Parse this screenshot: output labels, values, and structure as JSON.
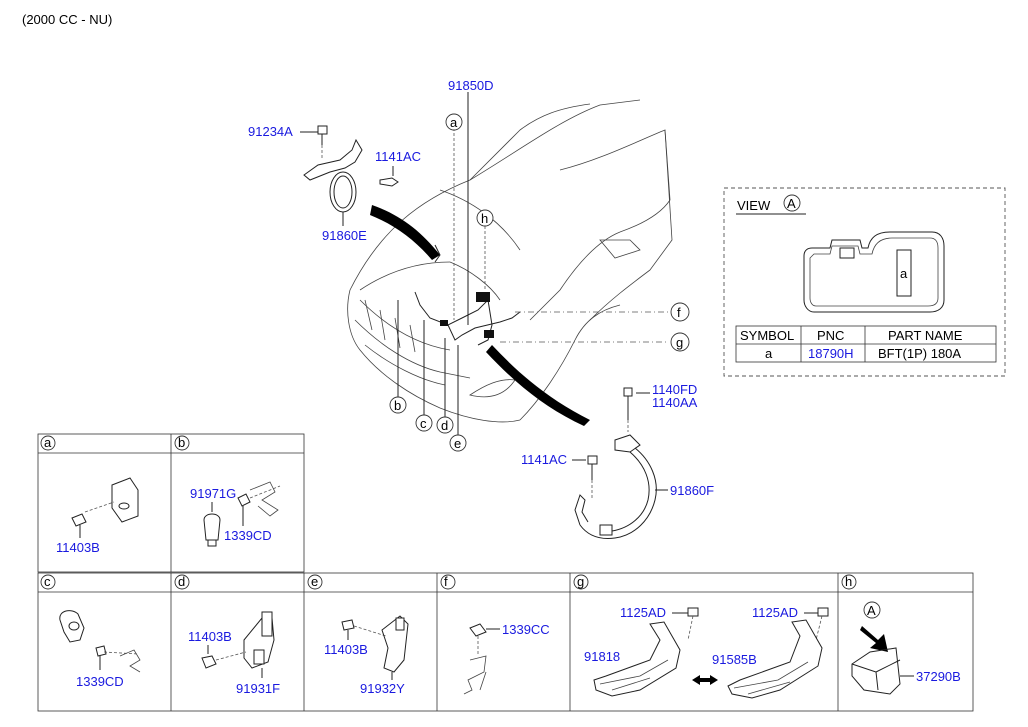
{
  "header": {
    "engine_spec": "(2000 CC - NU)"
  },
  "main_callouts": {
    "harness_main": "91850D",
    "bolt_top": "91234A",
    "bolt_a": "1141AC",
    "ground_e": "91860E",
    "bolt_fd": "1140FD",
    "bolt_aa": "1140AA",
    "bolt_b": "1141AC",
    "ground_f": "91860F"
  },
  "markers": {
    "a": "a",
    "b": "b",
    "c": "c",
    "d": "d",
    "e": "e",
    "f": "f",
    "g": "g",
    "h": "h"
  },
  "view_box": {
    "title": "VIEW",
    "symbol": "A",
    "inner_label": "a",
    "table": {
      "headers": [
        "SYMBOL",
        "PNC",
        "PART NAME"
      ],
      "rows": [
        {
          "symbol": "a",
          "pnc": "18790H",
          "part_name": "BFT(1P) 180A"
        }
      ]
    }
  },
  "detail_panels": {
    "a": {
      "letter": "a",
      "parts": [
        "11403B"
      ]
    },
    "b": {
      "letter": "b",
      "parts": [
        "91971G",
        "1339CD"
      ]
    },
    "c": {
      "letter": "c",
      "parts": [
        "1339CD"
      ]
    },
    "d": {
      "letter": "d",
      "parts": [
        "11403B",
        "91931F"
      ]
    },
    "e": {
      "letter": "e",
      "parts": [
        "11403B",
        "91932Y"
      ]
    },
    "f": {
      "letter": "f",
      "parts": [
        "1339CC"
      ]
    },
    "g": {
      "letter": "g",
      "parts": [
        "1125AD",
        "91818",
        "1125AD",
        "91585B"
      ]
    },
    "h": {
      "letter": "h",
      "view_symbol": "A",
      "parts": [
        "37290B"
      ]
    }
  },
  "colors": {
    "pnc_text": "#1a1adf",
    "line": "#222222"
  },
  "icons": [
    "swap-arrow-icon"
  ]
}
